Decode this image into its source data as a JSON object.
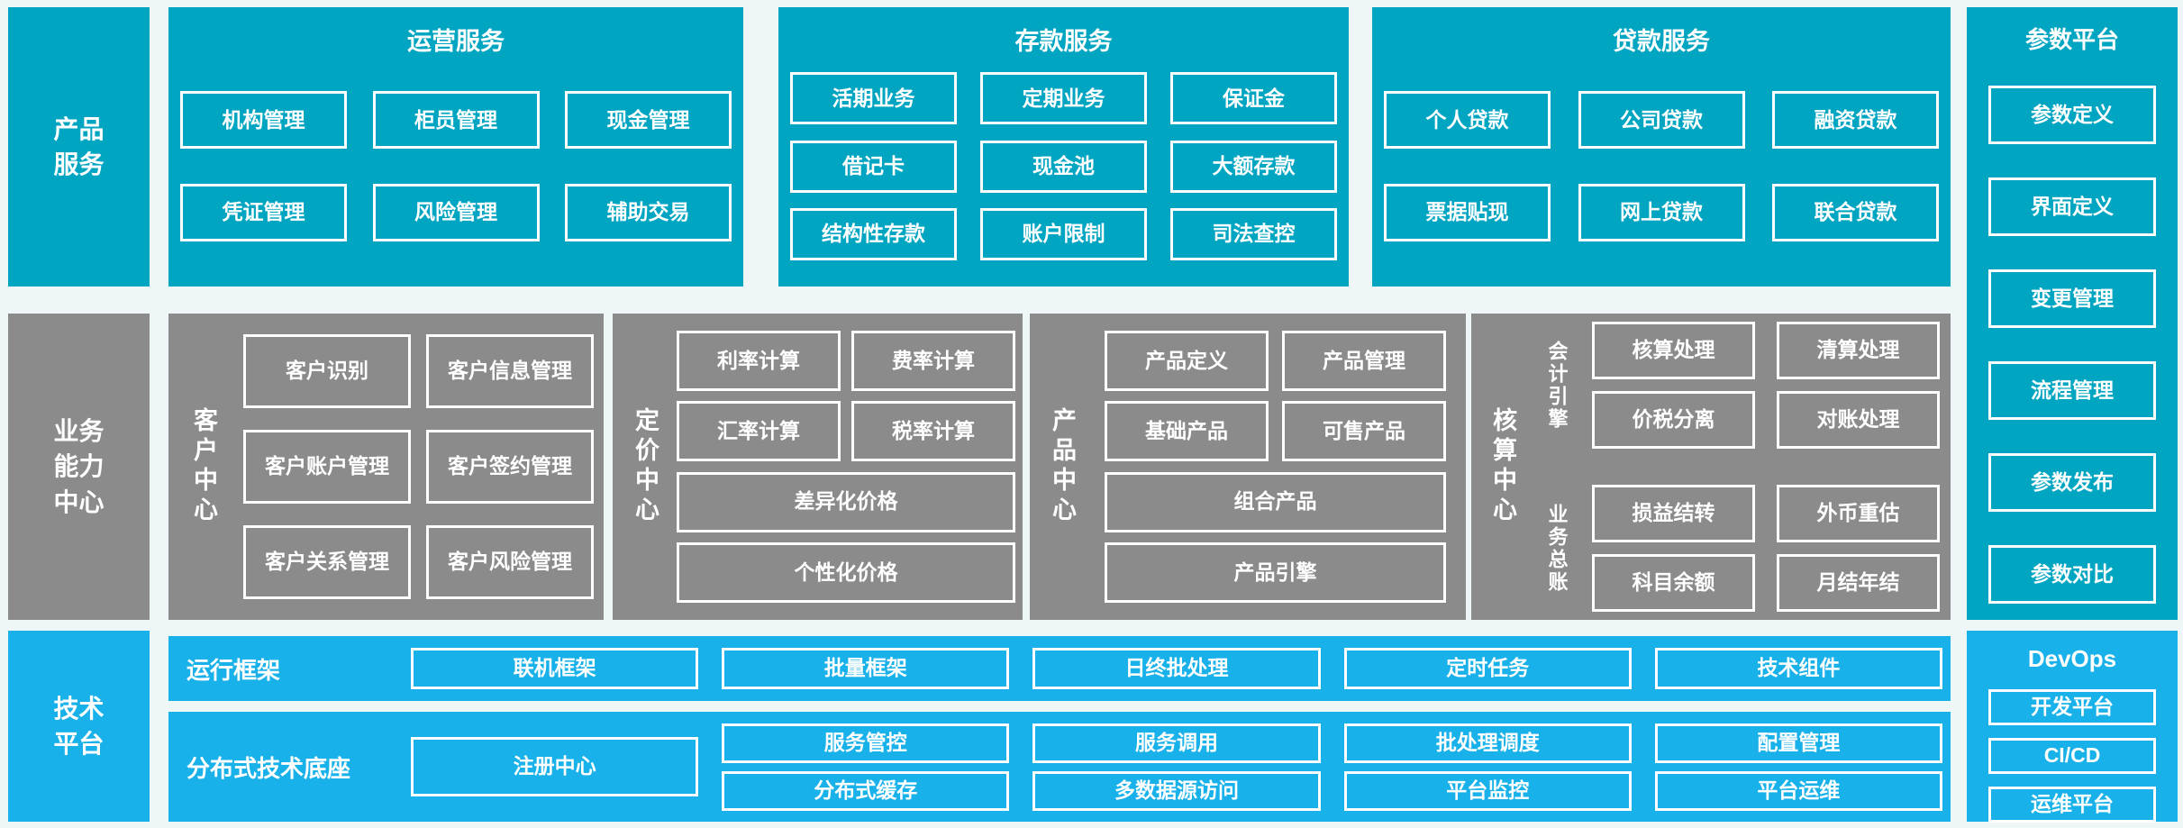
{
  "palette": {
    "teal": "#00a5c1",
    "gray": "#8b8b8b",
    "blue": "#19b1e9",
    "background": "#eef6f8"
  },
  "left_labels": {
    "product": "产品\n服务",
    "business": "业务\n能力\n中心",
    "tech": "技术\n平台"
  },
  "product_services": {
    "operations": {
      "title": "运营服务",
      "rows": [
        [
          "机构管理",
          "柜员管理",
          "现金管理"
        ],
        [
          "凭证管理",
          "风险管理",
          "辅助交易"
        ]
      ]
    },
    "deposit": {
      "title": "存款服务",
      "rows": [
        [
          "活期业务",
          "定期业务",
          "保证金"
        ],
        [
          "借记卡",
          "现金池",
          "大额存款"
        ],
        [
          "结构性存款",
          "账户限制",
          "司法查控"
        ]
      ]
    },
    "loan": {
      "title": "贷款服务",
      "rows": [
        [
          "个人贷款",
          "公司贷款",
          "融资贷款"
        ],
        [
          "票据贴现",
          "网上贷款",
          "联合贷款"
        ]
      ]
    }
  },
  "param_platform": {
    "title": "参数平台",
    "items": [
      "参数定义",
      "界面定义",
      "变更管理",
      "流程管理",
      "参数发布",
      "参数对比"
    ]
  },
  "business_centers": {
    "customer": {
      "label": "客户中心",
      "rows": [
        [
          "客户识别",
          "客户信息管理"
        ],
        [
          "客户账户管理",
          "客户签约管理"
        ],
        [
          "客户关系管理",
          "客户风险管理"
        ]
      ]
    },
    "pricing": {
      "label": "定价中心",
      "rows": [
        [
          "利率计算",
          "费率计算"
        ],
        [
          "汇率计算",
          "税率计算"
        ]
      ],
      "wide": [
        "差异化价格",
        "个性化价格"
      ]
    },
    "product": {
      "label": "产品中心",
      "rows": [
        [
          "产品定义",
          "产品管理"
        ],
        [
          "基础产品",
          "可售产品"
        ]
      ],
      "wide": [
        "组合产品",
        "产品引擎"
      ]
    },
    "accounting": {
      "label": "核算中心",
      "groups": [
        {
          "label": "会计引擎",
          "rows": [
            [
              "核算处理",
              "清算处理"
            ],
            [
              "价税分离",
              "对账处理"
            ]
          ]
        },
        {
          "label": "业务总账",
          "rows": [
            [
              "损益结转",
              "外币重估"
            ],
            [
              "科目余额",
              "月结年结"
            ]
          ]
        }
      ]
    }
  },
  "tech_platform": {
    "runtime": {
      "label": "运行框架",
      "items": [
        "联机框架",
        "批量框架",
        "日终批处理",
        "定时任务",
        "技术组件"
      ]
    },
    "distributed": {
      "label": "分布式技术底座",
      "registry": "注册中心",
      "columns": [
        [
          "服务管控",
          "分布式缓存"
        ],
        [
          "服务调用",
          "多数据源访问"
        ],
        [
          "批处理调度",
          "平台监控"
        ],
        [
          "配置管理",
          "平台运维"
        ]
      ]
    },
    "devops": {
      "title": "DevOps",
      "items": [
        "开发平台",
        "CI/CD",
        "运维平台"
      ]
    }
  }
}
